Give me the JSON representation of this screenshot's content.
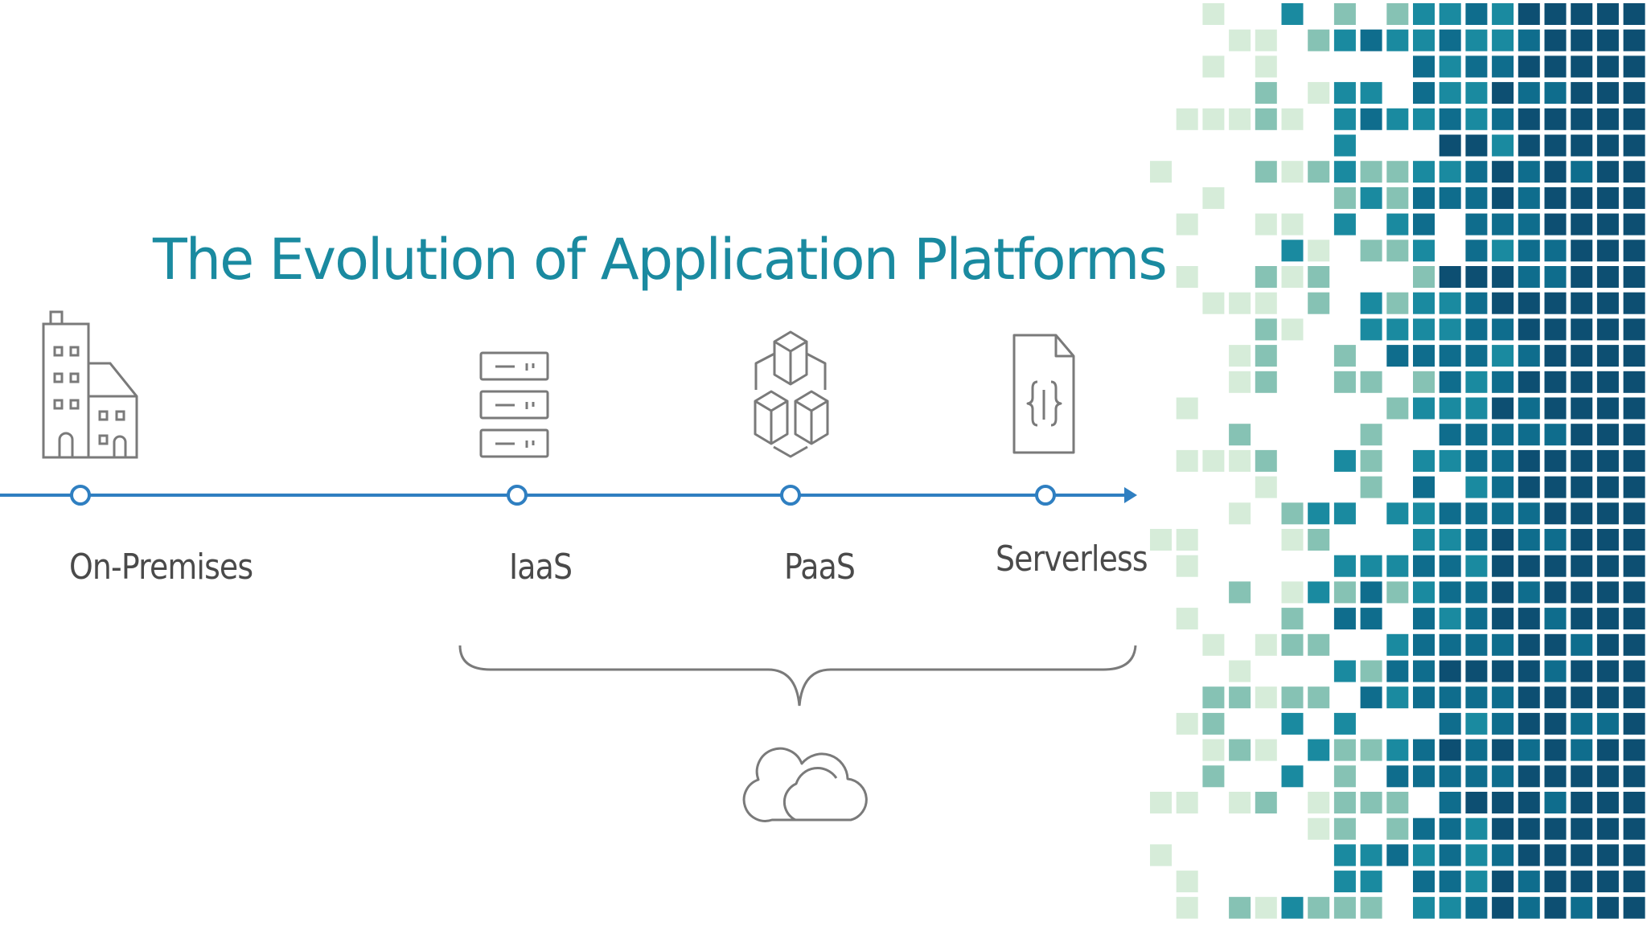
{
  "title": "The Evolution of Application Platforms",
  "stages": [
    {
      "label": "On-Premises",
      "icon": "building-icon"
    },
    {
      "label": "IaaS",
      "icon": "server-rack-icon"
    },
    {
      "label": "PaaS",
      "icon": "cubes-icon"
    },
    {
      "label": "Serverless",
      "icon": "code-file-icon"
    }
  ],
  "cloud_group": {
    "icon": "cloud-icon",
    "spans": [
      "IaaS",
      "PaaS",
      "Serverless"
    ]
  },
  "colors": {
    "title": "#1a8aa0",
    "timeline": "#2f7fc1",
    "icon_stroke": "#7a7a7a",
    "mosaic": [
      "#d6ecd9",
      "#86c2b4",
      "#1a8aa0",
      "#0f6d8d",
      "#0d4f72"
    ]
  }
}
